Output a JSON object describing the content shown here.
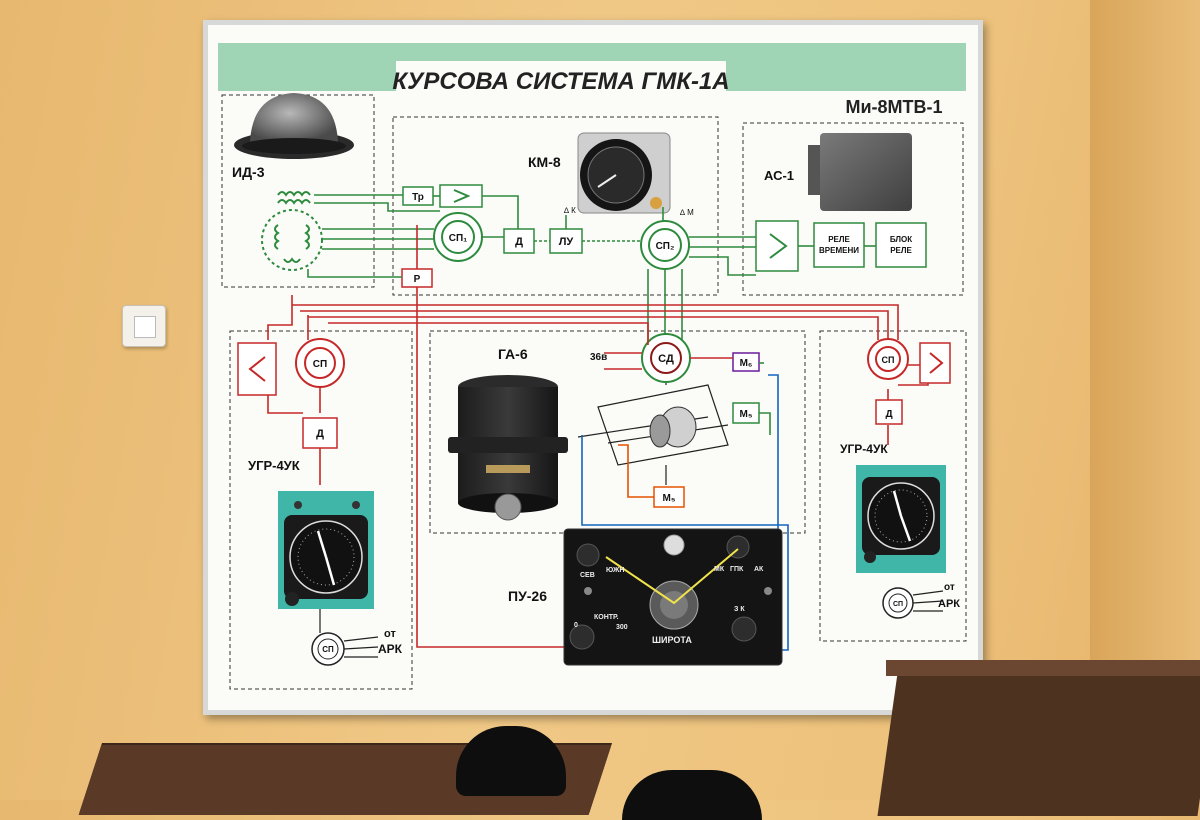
{
  "title": "КУРСОВА   СИСТЕМА  ГМК-1А",
  "model": "Ми-8МТВ-1",
  "blocks": {
    "id3": "ИД-3",
    "km8": "КМ-8",
    "as1": "АС-1",
    "ga6": "ГА-6",
    "ugr_left": "УГР-4УК",
    "ugr_right": "УГР-4УК",
    "pu26": "ПУ-26"
  },
  "labels": {
    "tr": "Тр",
    "r": "Р",
    "d": "Д",
    "lu": "ЛУ",
    "sp": "СП",
    "sp1": "СП₁",
    "sp2": "СП₂",
    "sd": "СД",
    "m6": "М₆",
    "m5": "М₅",
    "v36": "36в",
    "dk": "∆ К",
    "dm": "∆ М",
    "rele_vremeni_1": "РЕЛЕ",
    "rele_vremeni_2": "ВРЕМЕНИ",
    "blok_rele_1": "БЛОК",
    "blok_rele_2": "РЕЛЕ",
    "ot": "от",
    "ark": "АРК"
  },
  "panel": {
    "sev": "СЕВ",
    "yuzh": "ЮЖН",
    "mk": "МК",
    "gpk": "ГПК",
    "ak": "АК",
    "kontr": "КОНТР.",
    "zero": "0",
    "three_hundred": "300",
    "zk": "З К",
    "shirota": "ШИРОТА"
  },
  "colors": {
    "header_green": "#9fd4b4",
    "green_wire": "#2e8b3e",
    "red_wire": "#c62828",
    "dark_red_wire": "#8b1a1a",
    "orange_wire": "#e65100",
    "blue_wire": "#1565c0",
    "purple_wire": "#6a1b9a",
    "dial_bg": "#3fb6a8"
  }
}
